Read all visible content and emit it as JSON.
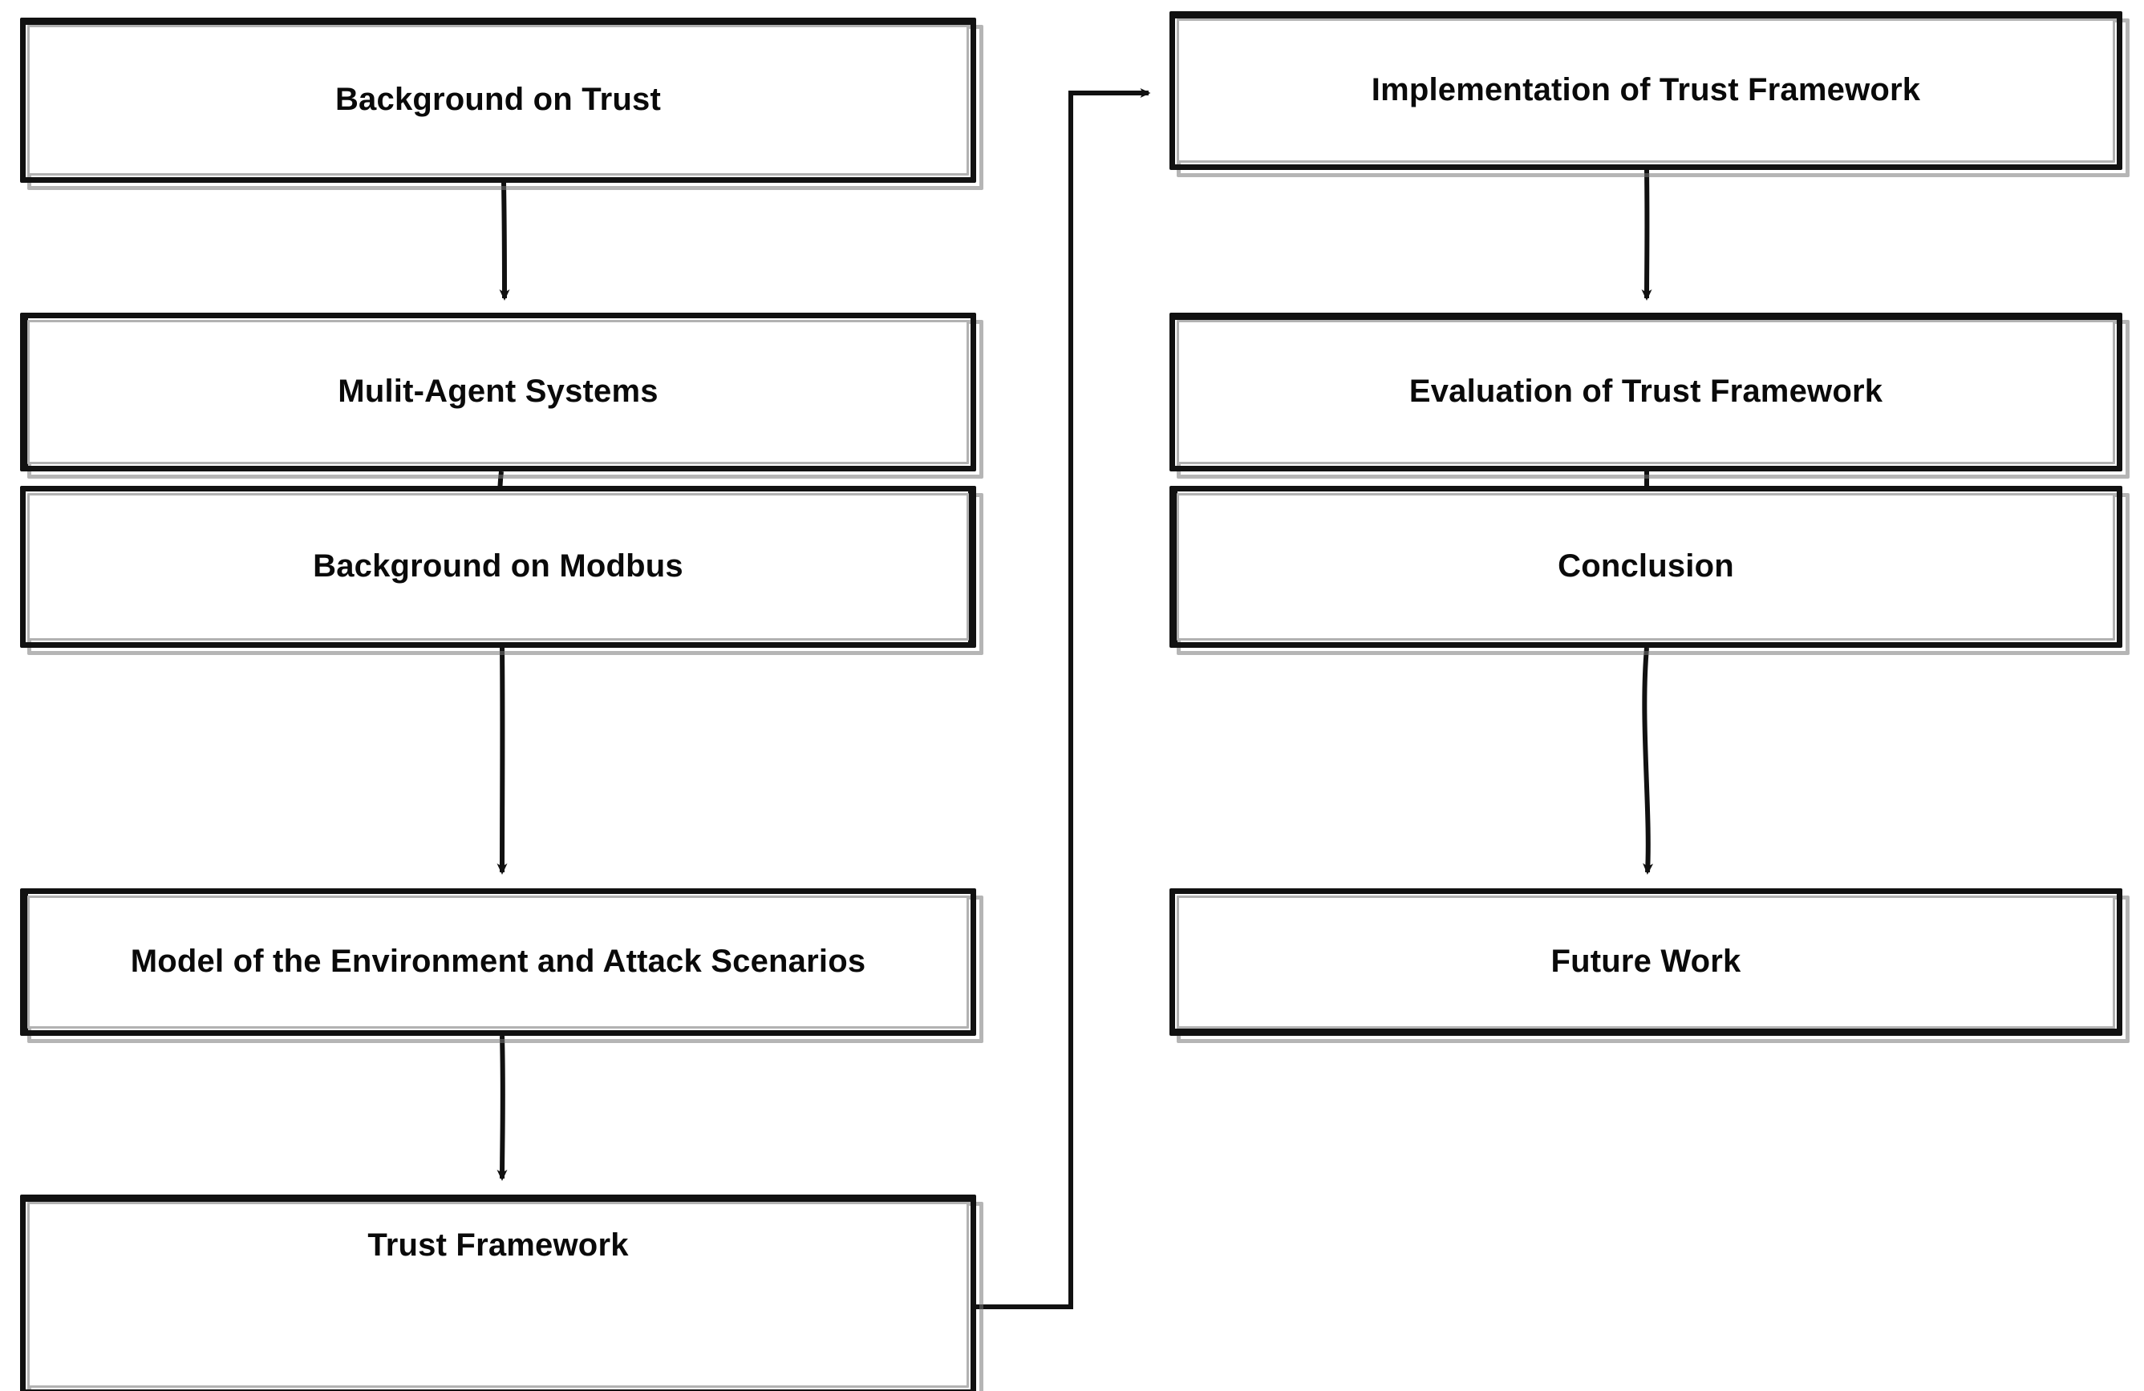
{
  "diagram": {
    "title": "Thesis Structure Flowchart",
    "background_color": "#ffffff",
    "stroke_color": "#111111",
    "shadow_color": "#9b9b9b",
    "text_color": "#0a0a0a"
  },
  "left_column": {
    "nodes": [
      {
        "id": "background-on-trust",
        "label": "Background on Trust"
      },
      {
        "id": "multi-agent-systems",
        "label": "Mulit-Agent Systems"
      },
      {
        "id": "background-on-modbus",
        "label": "Background on Modbus"
      },
      {
        "id": "model-environment-attack-scenarios",
        "label": "Model of the Environment and Attack Scenarios"
      },
      {
        "id": "trust-framework",
        "label": "Trust Framework"
      }
    ]
  },
  "right_column": {
    "nodes": [
      {
        "id": "implementation-of-trust-framework",
        "label": "Implementation of Trust Framework"
      },
      {
        "id": "evaluation-of-trust-framework",
        "label": "Evaluation of Trust Framework"
      },
      {
        "id": "conclusion",
        "label": "Conclusion"
      },
      {
        "id": "future-work",
        "label": "Future Work"
      }
    ]
  },
  "edges": [
    {
      "id": "edge-1",
      "from": "background-on-trust",
      "to": "multi-agent-systems",
      "style": "vertical-arrow"
    },
    {
      "id": "edge-2",
      "from": "multi-agent-systems",
      "to": "background-on-modbus",
      "style": "vertical-arrow"
    },
    {
      "id": "edge-3",
      "from": "background-on-modbus",
      "to": "model-environment-attack-scenarios",
      "style": "vertical-arrow"
    },
    {
      "id": "edge-4",
      "from": "model-environment-attack-scenarios",
      "to": "trust-framework",
      "style": "vertical-arrow"
    },
    {
      "id": "edge-5",
      "from": "trust-framework",
      "to": "implementation-of-trust-framework",
      "style": "orthogonal-arrow"
    },
    {
      "id": "edge-6",
      "from": "implementation-of-trust-framework",
      "to": "evaluation-of-trust-framework",
      "style": "vertical-arrow"
    },
    {
      "id": "edge-7",
      "from": "evaluation-of-trust-framework",
      "to": "conclusion",
      "style": "vertical-arrow"
    },
    {
      "id": "edge-8",
      "from": "conclusion",
      "to": "future-work",
      "style": "vertical-arrow"
    }
  ]
}
